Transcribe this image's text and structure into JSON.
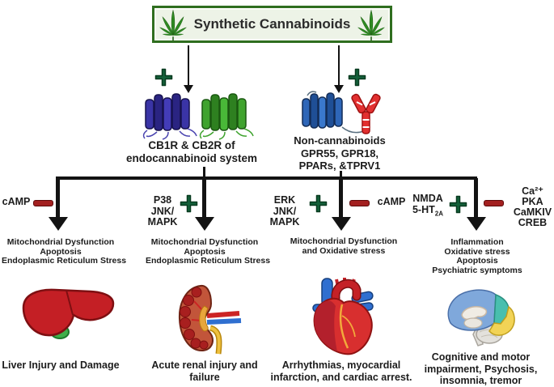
{
  "figure": {
    "title": "Synthetic Cannabinoids",
    "branches": {
      "left": {
        "sign": "+",
        "label_lines": [
          "CB1R & CB2R of",
          "endocannabinoid system"
        ]
      },
      "right": {
        "sign": "+",
        "label_lines": [
          "Non-cannabinoids",
          "GPR55, GPR18,",
          "PPARs, &TPRV1"
        ]
      }
    },
    "pathways": [
      {
        "organ": "liver",
        "inhibited": "cAMP",
        "effect_lines": [
          "Mitochondrial Dysfunction",
          "Apoptosis",
          "Endoplasmic Reticulum Stress"
        ],
        "outcome_lines": [
          "Liver Injury and Damage"
        ]
      },
      {
        "organ": "kidney",
        "activated_lines": [
          "P38",
          "JNK/",
          "MAPK"
        ],
        "effect_lines": [
          "Mitochondrial Dysfunction",
          "Apoptosis",
          "Endoplasmic Reticulum Stress"
        ],
        "outcome_lines": [
          "Acute renal injury and",
          "failure"
        ]
      },
      {
        "organ": "heart",
        "activated_lines": [
          "ERK",
          "JNK/",
          "MAPK"
        ],
        "inhibited": "cAMP",
        "effect_lines": [
          "Mitochondrial Dysfunction",
          "and Oxidative stress"
        ],
        "outcome_lines": [
          "Arrhythmias, myocardial",
          "infarction, and cardiac arrest."
        ]
      },
      {
        "organ": "brain",
        "activated": {
          "line1": "NMDA",
          "line2_base": "5-HT",
          "line2_sub": "2A"
        },
        "inhibited_lines": [
          "Ca²⁺",
          "PKA",
          "CaMKIV",
          "CREB"
        ],
        "effect_lines": [
          "Inflammation",
          "Oxidative stress",
          "Apoptosis",
          "Psychiatric symptoms"
        ],
        "outcome_lines": [
          "Cognitive and motor",
          "impairment, Psychosis,",
          "insomnia,  tremor"
        ]
      }
    ],
    "colors": {
      "activation_green": "#14603a",
      "inhibition_red": "#a32020",
      "box_border_green": "#2f6e1f",
      "box_bg_green": "#edf3e7",
      "leaf_green": "#2e8b22",
      "arrow_black": "#131313"
    }
  }
}
